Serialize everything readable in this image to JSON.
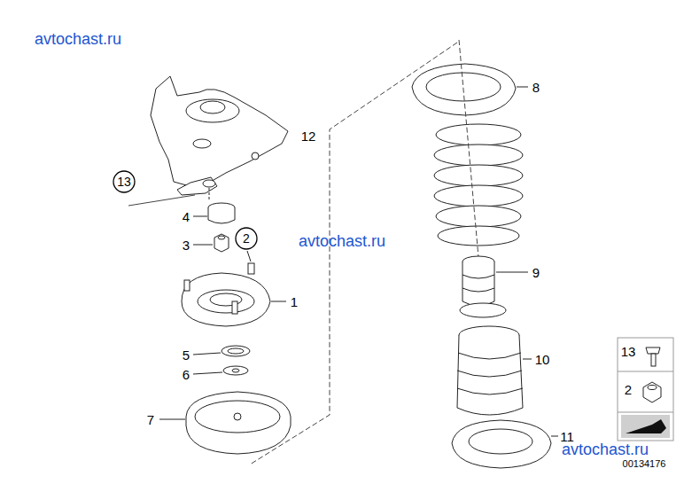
{
  "diagram": {
    "nodes": [
      {
        "text": [
          "13"
        ]
      },
      {
        "text": [
          "2"
        ]
      }
    ],
    "labels": [
      "avtochast.ru",
      "12",
      "4",
      "3",
      "1",
      "5",
      "6",
      "7",
      "8",
      "9",
      "10",
      "11",
      "avtochast.ru",
      "13",
      "2",
      "avtochast.ru",
      "00134176"
    ]
  }
}
